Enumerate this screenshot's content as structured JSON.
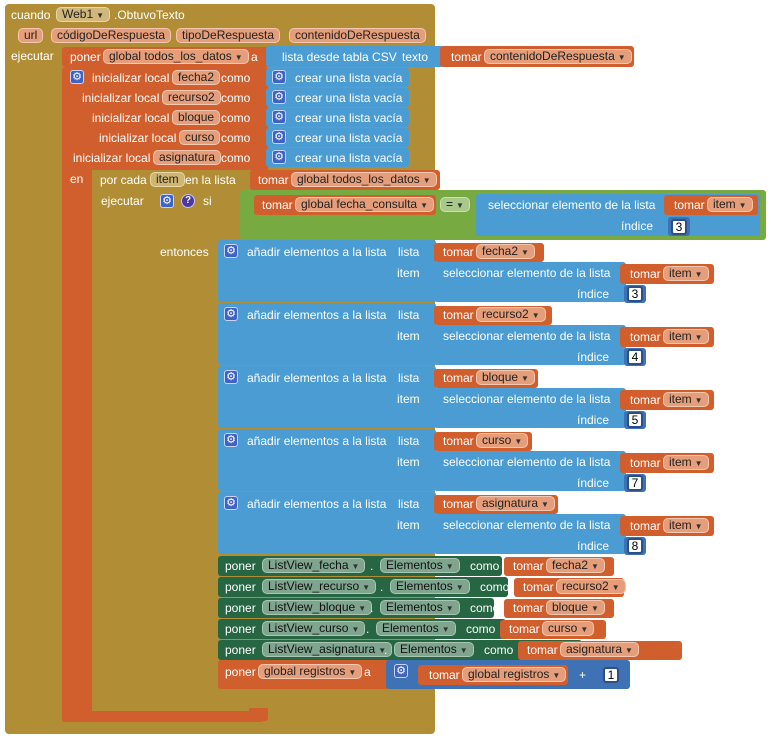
{
  "event": {
    "when_label": "cuando",
    "component": "Web1",
    "event_name": ".ObtuvoTexto",
    "params": [
      "url",
      "códigoDeRespuesta",
      "tipoDeRespuesta",
      "contenidoDeRespuesta"
    ],
    "do_label": "ejecutar"
  },
  "set_global_datos": {
    "set_label": "poner",
    "var": "global todos_los_datos",
    "to_label": "a",
    "csv_label": "lista desde tabla CSV",
    "text_label": "texto",
    "get_label": "tomar",
    "get_var": "contenidoDeRespuesta"
  },
  "local_init": {
    "init_label": "inicializar local",
    "as_label": "como",
    "empty_list_label": "crear una lista vacía",
    "in_label": "en",
    "vars": [
      "fecha2",
      "recurso2",
      "bloque",
      "curso",
      "asignatura"
    ]
  },
  "foreach": {
    "label": "por cada",
    "var": "item",
    "in_list_label": "en la lista",
    "get_label": "tomar",
    "list_var": "global todos_los_datos",
    "do_label": "ejecutar"
  },
  "if_block": {
    "if_label": "si",
    "then_label": "entonces",
    "get_label": "tomar",
    "var": "global fecha_consulta",
    "op": "=",
    "select_label": "seleccionar elemento de la lista",
    "item_var": "item",
    "index_label": "índice",
    "index": "3"
  },
  "add_items": {
    "label": "añadir elementos a la lista",
    "list_label": "lista",
    "item_label": "item",
    "get_label": "tomar",
    "select_label": "seleccionar elemento de la lista",
    "index_label": "índice",
    "item_var": "item",
    "rows": [
      {
        "list": "fecha2",
        "index": "3"
      },
      {
        "list": "recurso2",
        "index": "4"
      },
      {
        "list": "bloque",
        "index": "5"
      },
      {
        "list": "curso",
        "index": "7"
      },
      {
        "list": "asignatura",
        "index": "8"
      }
    ]
  },
  "component_sets": {
    "set_label": "poner",
    "dot": ".",
    "prop": "Elementos",
    "as_label": "como",
    "get_label": "tomar",
    "rows": [
      {
        "comp": "ListView_fecha",
        "var": "fecha2"
      },
      {
        "comp": "ListView_recurso",
        "var": "recurso2"
      },
      {
        "comp": "ListView_bloque",
        "var": "bloque"
      },
      {
        "comp": "ListView_curso",
        "var": "curso"
      },
      {
        "comp": "ListView_asignatura",
        "var": "asignatura"
      }
    ]
  },
  "set_registros": {
    "set_label": "poner",
    "var": "global registros",
    "to_label": "a",
    "get_label": "tomar",
    "get_var": "global registros",
    "op": "+",
    "value": "1"
  },
  "colors": {
    "event": "#b18e35",
    "procedure": "#d05f2d",
    "lists": "#4a9cd3",
    "logic": "#77ab41",
    "components": "#266643",
    "math": "#3f71b5"
  }
}
